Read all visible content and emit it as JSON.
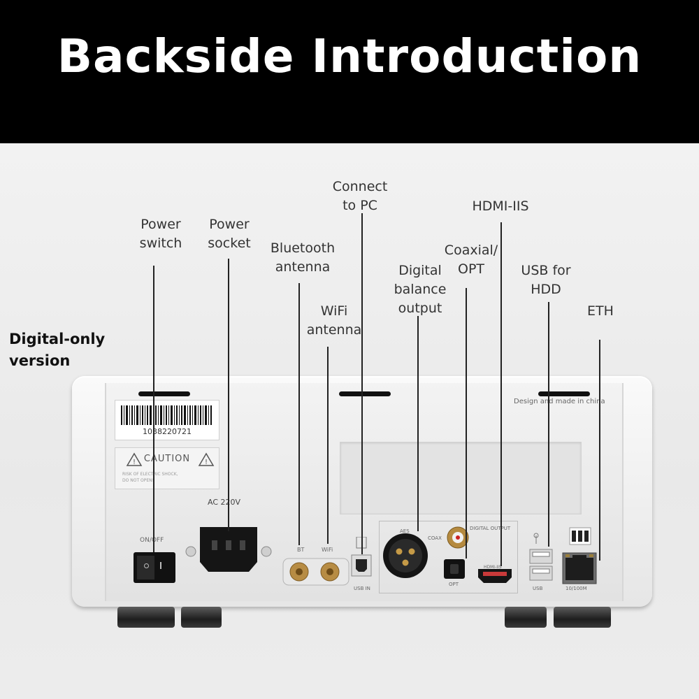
{
  "banner": {
    "title": "Backside Introduction"
  },
  "side_label": [
    "Digital-only",
    "version"
  ],
  "callouts": {
    "power_switch": [
      "Power",
      "switch"
    ],
    "power_socket": [
      "Power",
      "socket"
    ],
    "bluetooth": [
      "Bluetooth",
      "antenna"
    ],
    "wifi": [
      "WiFi",
      "antenna"
    ],
    "connect_pc": [
      "Connect",
      "to PC"
    ],
    "digital_balance": [
      "Digital",
      "balance",
      "output"
    ],
    "coaxial": [
      "Coaxial/",
      "OPT"
    ],
    "hdmi": [
      "HDMI-IIS"
    ],
    "usb_hdd": [
      "USB for",
      "HDD"
    ],
    "eth": [
      "ETH"
    ]
  },
  "panel_text": {
    "barcode_number": "1038220721",
    "caution": "CAUTION",
    "caution_sub": [
      "RISK OF ELECTRIC SHOCK,",
      "DO NOT OPEN!"
    ],
    "ac": "AC 220V",
    "on_off": "ON/OFF",
    "made_in": "Design and made in china",
    "bt": "BT",
    "wifi": "WiFi",
    "usb_in": "USB IN",
    "aes": "AES",
    "coax": "COAX",
    "digital_output": "DIGITAL OUTPUT",
    "opt": "OPT",
    "hdmi_iis": "HDMI-IIS",
    "usb": "USB",
    "eth_speed": "10/100M"
  }
}
